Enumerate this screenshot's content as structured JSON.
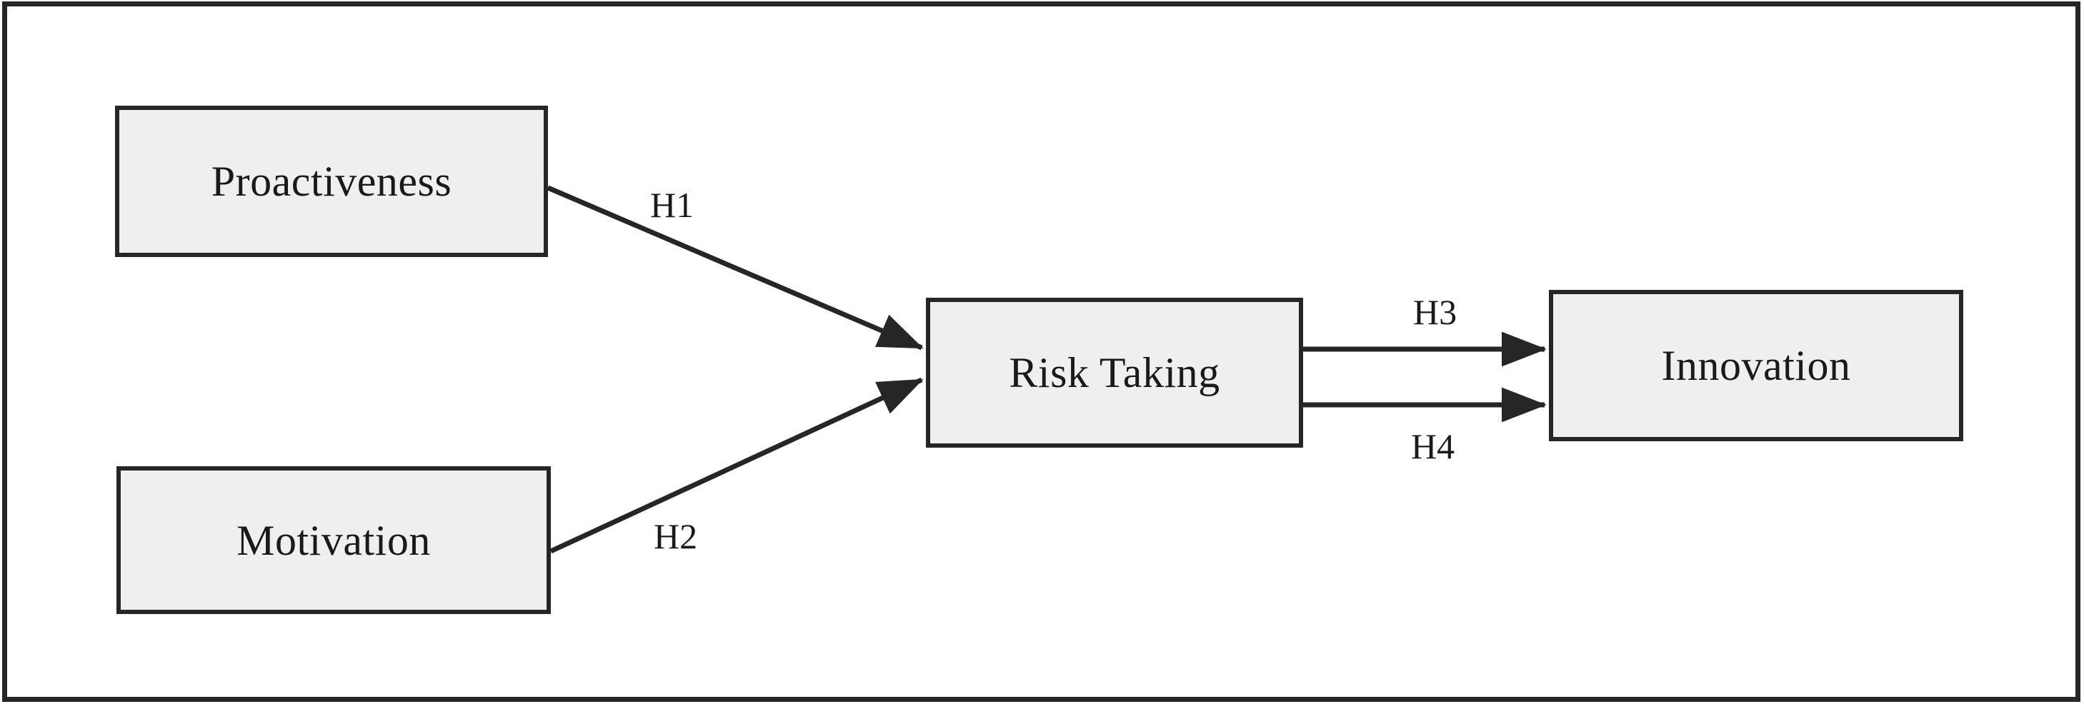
{
  "figure": {
    "type": "conceptual-model-diagram",
    "title": "",
    "frame": {
      "border_color": "#262626",
      "background": "#ffffff"
    }
  },
  "nodes": [
    {
      "id": "proactiveness",
      "label": "Proactiveness",
      "fill": "#efefef",
      "border": "#262626"
    },
    {
      "id": "motivation",
      "label": "Motivation",
      "fill": "#efefef",
      "border": "#262626"
    },
    {
      "id": "risk_taking",
      "label": "Risk Taking",
      "fill": "#efefef",
      "border": "#262626"
    },
    {
      "id": "innovation",
      "label": "Innovation",
      "fill": "#efefef",
      "border": "#262626"
    }
  ],
  "edges": [
    {
      "id": "h1",
      "label": "H1",
      "from": "proactiveness",
      "to": "risk_taking",
      "style": "diagonal-arrow"
    },
    {
      "id": "h2",
      "label": "H2",
      "from": "motivation",
      "to": "risk_taking",
      "style": "diagonal-arrow"
    },
    {
      "id": "h3",
      "label": "H3",
      "from": "risk_taking",
      "to": "innovation",
      "style": "horizontal-arrow"
    },
    {
      "id": "h4",
      "label": "H4",
      "from": "risk_taking",
      "to": "innovation",
      "style": "horizontal-arrow"
    }
  ],
  "colors": {
    "line": "#262626",
    "text": "#1a1a1a",
    "box_fill": "#efefef",
    "page_background": "#ffffff"
  }
}
